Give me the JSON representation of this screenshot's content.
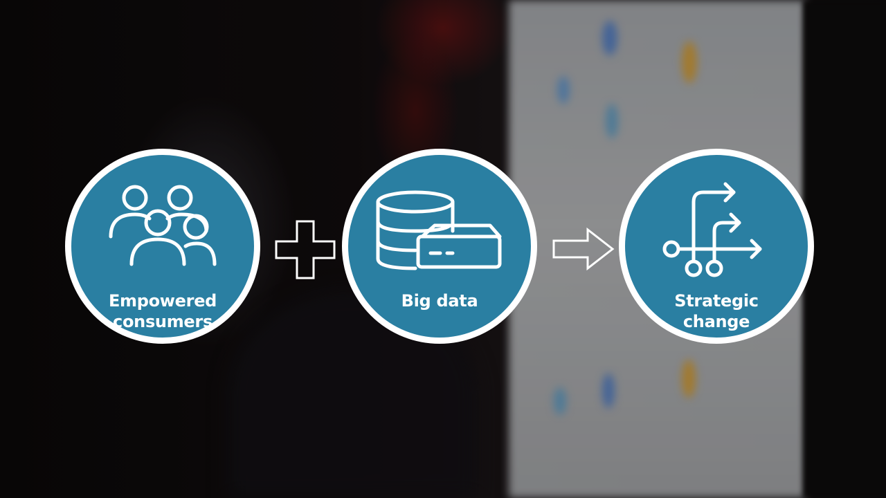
{
  "diagram": {
    "nodes": [
      {
        "id": "empowered",
        "label_line1": "Empowered",
        "label_line2": "consumers",
        "icon": "people-group-icon"
      },
      {
        "id": "bigdata",
        "label_line1": "Big data",
        "label_line2": "",
        "icon": "database-server-icon"
      },
      {
        "id": "strategic",
        "label_line1": "Strategic",
        "label_line2": "change",
        "icon": "branching-arrows-icon"
      }
    ],
    "operators": [
      {
        "symbol": "plus",
        "icon": "plus-icon"
      },
      {
        "symbol": "arrow",
        "icon": "right-arrow-icon"
      }
    ],
    "colors": {
      "circle_fill": "#2a7fa2",
      "circle_border": "#ffffff",
      "text": "#ffffff"
    }
  }
}
